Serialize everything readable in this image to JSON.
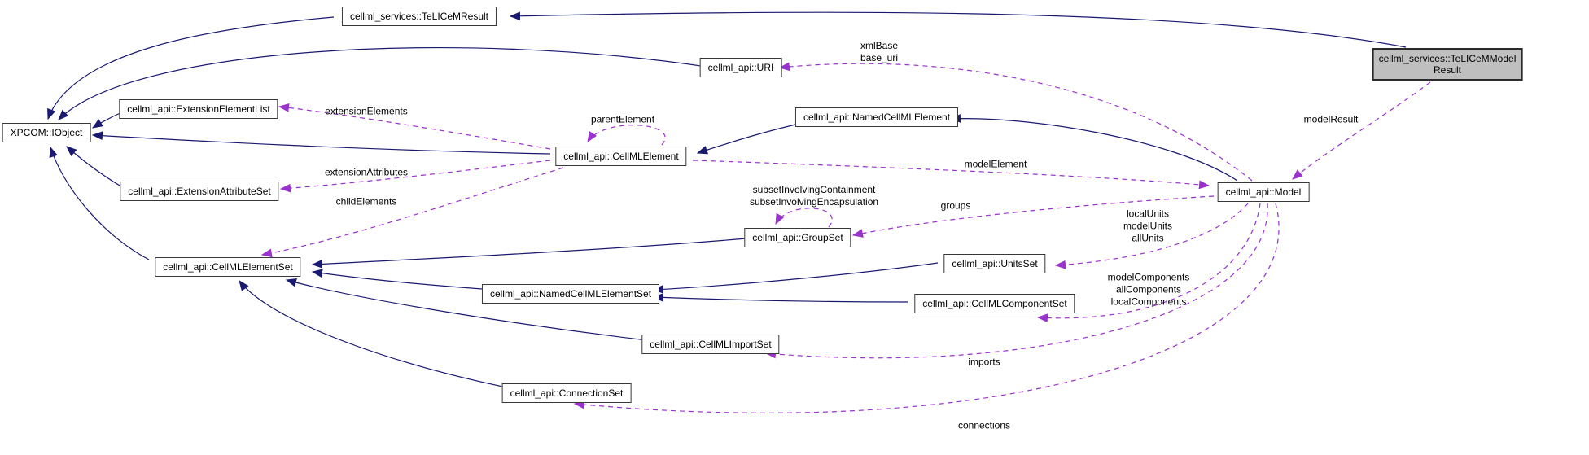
{
  "nodes": {
    "iobject": "XPCOM::IObject",
    "telicem_result": "cellml_services::TeLICeMResult",
    "extension_element_list": "cellml_api::ExtensionElementList",
    "extension_attribute_set": "cellml_api::ExtensionAttributeSet",
    "cellml_element_set": "cellml_api::CellMLElementSet",
    "cellml_element": "cellml_api::CellMLElement",
    "uri": "cellml_api::URI",
    "named_cellml_element": "cellml_api::NamedCellMLElement",
    "group_set": "cellml_api::GroupSet",
    "units_set": "cellml_api::UnitsSet",
    "cellml_component_set": "cellml_api::CellMLComponentSet",
    "named_cellml_element_set": "cellml_api::NamedCellMLElementSet",
    "cellml_import_set": "cellml_api::CellMLImportSet",
    "connection_set": "cellml_api::ConnectionSet",
    "model": "cellml_api::Model",
    "telicem_model_result_line1": "cellml_services::TeLICeMModel",
    "telicem_model_result_line2": "Result"
  },
  "edge_labels": {
    "extension_elements": "extensionElements",
    "extension_attributes": "extensionAttributes",
    "child_elements": "childElements",
    "parent_element": "parentElement",
    "subset_involving": "subsetInvolvingContainment\nsubsetInvolvingEncapsulation",
    "model_element": "modelElement",
    "groups": "groups",
    "xml_base": "xmlBase\nbase_uri",
    "units": "localUnits\nmodelUnits\nallUnits",
    "components": "modelComponents\nallComponents\nlocalComponents",
    "imports": "imports",
    "connections": "connections",
    "model_result": "modelResult"
  },
  "colors": {
    "inheritance": "#191970",
    "usage": "#9a32cd",
    "highlight_fill": "#bfbfbf",
    "node_border": "#383838"
  }
}
